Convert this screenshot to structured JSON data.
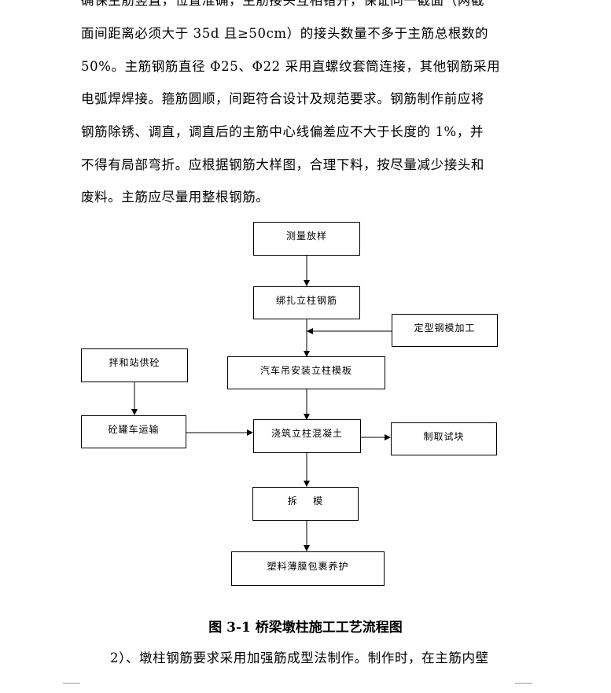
{
  "paragraph_lines": [
    "确保主筋竖直，位置准确，主筋接头互相错开，保证同一截面（两截",
    "面间距离必须大于 35d 且≥50cm）的接头数量不多于主筋总根数的",
    "50%。主筋钢筋直径 Φ25、Φ22 采用直螺纹套筒连接，其他钢筋采用",
    "电弧焊焊接。箍筋圆顺，间距符合设计及规范要求。钢筋制作前应将",
    "钢筋除锈、调直，调直后的主筋中心线偏差应不大于长度的 1%，并",
    "不得有局部弯折。应根据钢筋大样图，合理下料，按尽量减少接头和",
    "废料。主筋应尽量用整根钢筋。"
  ],
  "flowchart": {
    "boxes": {
      "survey": "测量放样",
      "bind_rebar": "绑扎立柱钢筋",
      "formwork_fab": "定型钢模加工",
      "mixing_station": "拌和站供砼",
      "crane_formwork": "汽车吊安装立柱模板",
      "tank_truck": "砼罐车运输",
      "pour_concrete": "浇筑立柱混凝土",
      "make_specimen": "制取试块",
      "remove_form": "拆    模",
      "plastic_cure": "塑料薄膜包裹养护"
    }
  },
  "caption": "图 3-1  桥梁墩柱施工工艺流程图",
  "next_paragraph": "2）、墩柱钢筋要求采用加强筋成型法制作。制作时，在主筋内壁"
}
